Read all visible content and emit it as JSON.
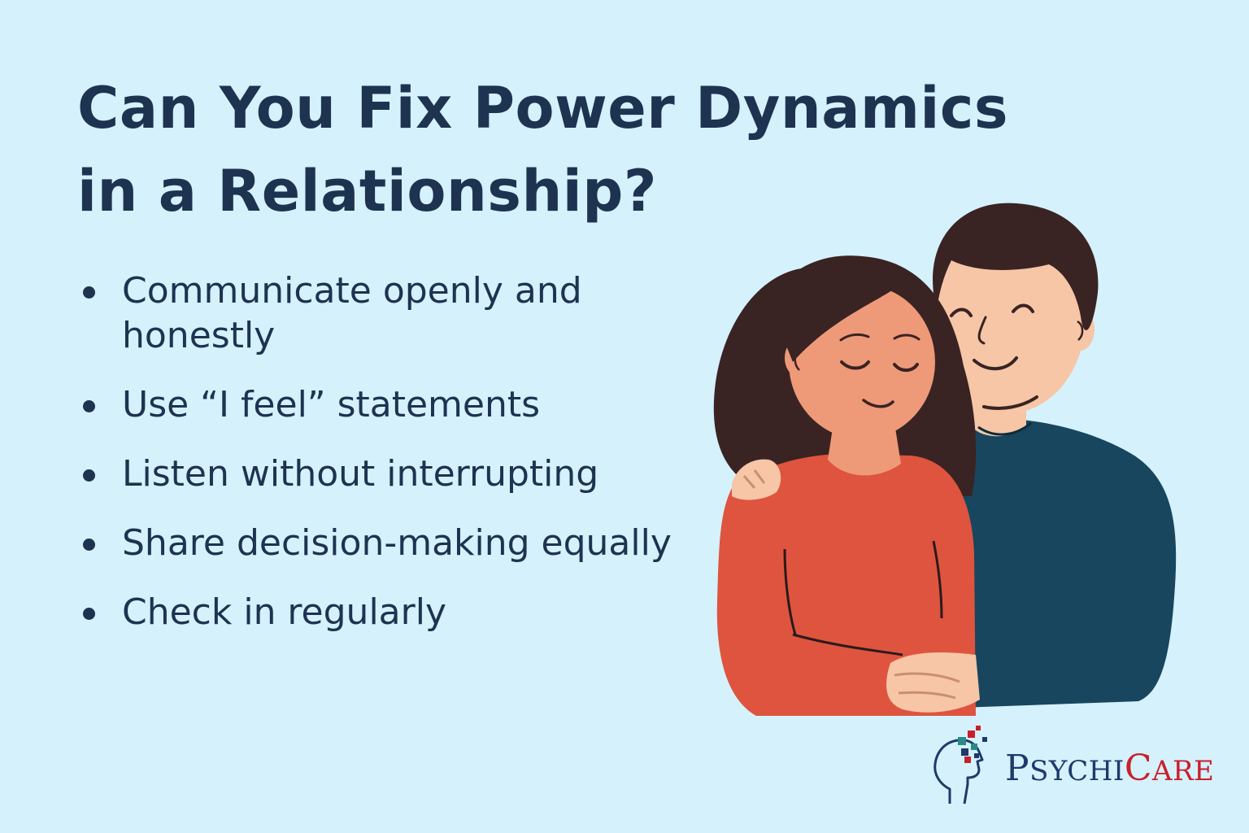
{
  "title": {
    "line1": "Can You Fix Power Dynamics",
    "line2": "in a Relationship?"
  },
  "tips": [
    "Communicate openly and honestly",
    "Use “I feel” statements",
    "Listen without interrupting",
    "Share decision-making equally",
    "Check in regularly"
  ],
  "logo": {
    "text": "PsychiCare",
    "part1_cap": "P",
    "part1_rest": "SYCHI",
    "part2_cap": "C",
    "part2_rest": "ARE"
  },
  "colors": {
    "background": "#d5f1fc",
    "text": "#1d3350",
    "woman_sweater": "#de543e",
    "man_sweater": "#17465e",
    "hair": "#3a2323",
    "logo_blue": "#1e3a6b",
    "logo_red": "#c8202b"
  },
  "icons": [
    "couple-illustration",
    "head-brain-logo-icon"
  ]
}
